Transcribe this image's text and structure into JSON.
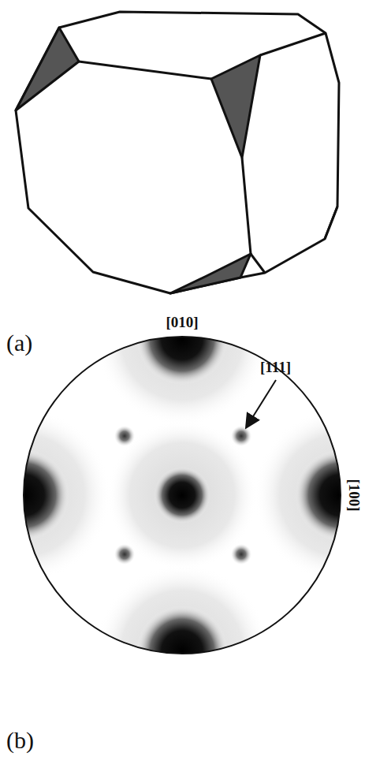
{
  "diagram": {
    "labels": [
      "(a)",
      "[010]",
      "[111]",
      "[100]",
      "(b)"
    ]
  }
}
